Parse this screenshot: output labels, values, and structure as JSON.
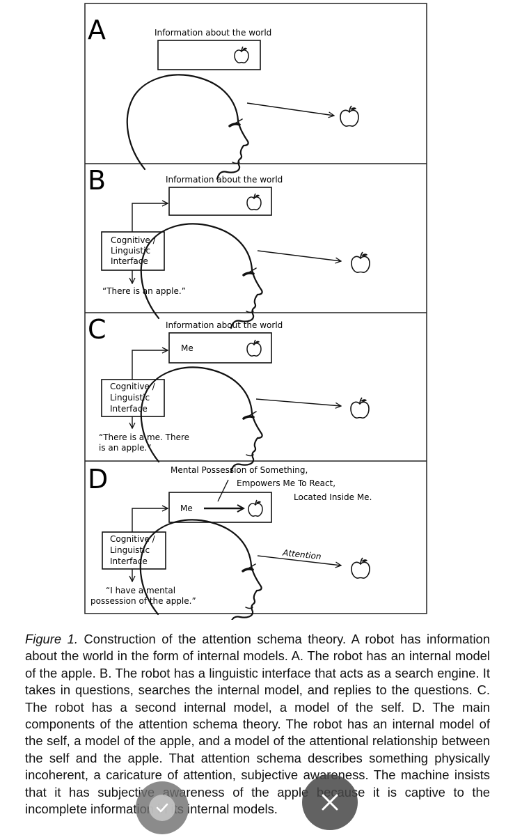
{
  "figure": {
    "panels": [
      {
        "letter": "A",
        "box_label": "Information about the world",
        "box_text": "",
        "interface_label": [],
        "output_lines": []
      },
      {
        "letter": "B",
        "box_label": "Information about the world",
        "box_text": "",
        "interface_label": [
          "Cognitive /",
          "Linguistic",
          "Interface"
        ],
        "output_lines": [
          "“There is an apple.”"
        ]
      },
      {
        "letter": "C",
        "box_label": "Information about the world",
        "box_text": "Me",
        "interface_label": [
          "Cognitive /",
          "Linguistic",
          "Interface"
        ],
        "output_lines": [
          "“There is a me. There",
          "is an apple.”"
        ]
      },
      {
        "letter": "D",
        "box_label": "",
        "box_text": "Me",
        "annotations": [
          "Mental Possession of Something,",
          "Empowers Me To React,",
          "Located Inside Me."
        ],
        "interface_label": [
          "Cognitive /",
          "Linguistic",
          "Interface"
        ],
        "output_lines": [
          "“I have a mental",
          "possession of the apple.”"
        ],
        "arrow_label": "Attention"
      }
    ]
  },
  "caption": {
    "label": "Figure 1.",
    "text": " Construction of the attention schema theory. A robot has information about the world in the form of internal models. A. The robot has an internal model of the apple. B. The robot has a linguistic interface that acts as a search engine. It takes in questions, searches the internal model, and replies to the questions. C. The robot has a second internal model, a model of the self. D. The main components of the attention schema theory. The robot has an internal model of the self, a model of the apple, and a model of the attentional relationship between the self and the apple. That attention schema describes something physically incoherent, a caricature of attention, subjective awareness. The machine insists that it has subjective awareness of the apple because it is captive to the incomplete information in its internal models."
  },
  "overlay": {
    "confirm_icon": "check-icon",
    "dismiss_icon": "close-icon"
  }
}
